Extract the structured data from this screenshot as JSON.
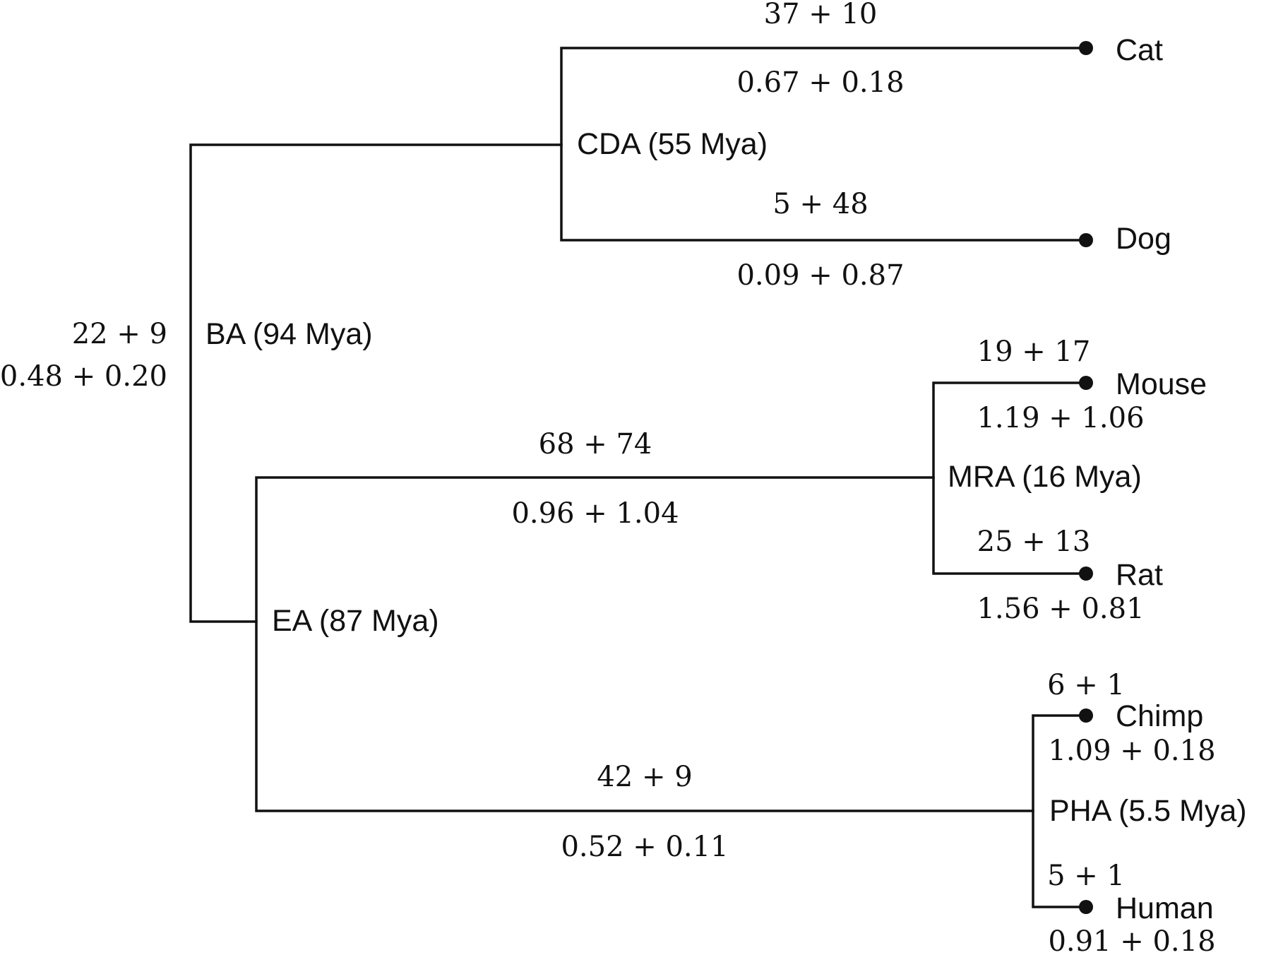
{
  "tree": {
    "internal_nodes": [
      {
        "id": "BA",
        "label": "BA (94 Mya)"
      },
      {
        "id": "CDA",
        "label": "CDA (55 Mya)"
      },
      {
        "id": "EA",
        "label": "EA (87 Mya)"
      },
      {
        "id": "MRA",
        "label": "MRA (16 Mya)"
      },
      {
        "id": "PHA",
        "label": "PHA (5.5 Mya)"
      }
    ],
    "taxa": [
      {
        "id": "cat",
        "label": "Cat"
      },
      {
        "id": "dog",
        "label": "Dog"
      },
      {
        "id": "mouse",
        "label": "Mouse"
      },
      {
        "id": "rat",
        "label": "Rat"
      },
      {
        "id": "chimp",
        "label": "Chimp"
      },
      {
        "id": "human",
        "label": "Human"
      }
    ],
    "branches": {
      "ba_ea_stem": {
        "upper": "22 + 9",
        "lower": "0.48 + 0.20"
      },
      "cda_cat": {
        "upper": "37 + 10",
        "lower": "0.67 + 0.18"
      },
      "cda_dog": {
        "upper": "5 + 48",
        "lower": "0.09 + 0.87"
      },
      "ea_mra": {
        "upper": "68 + 74",
        "lower": "0.96 + 1.04"
      },
      "mra_mouse": {
        "upper": "19 + 17",
        "lower": "1.19 + 1.06"
      },
      "mra_rat": {
        "upper": "25 + 13",
        "lower": "1.56 + 0.81"
      },
      "ea_pha": {
        "upper": "42 + 9",
        "lower": "0.52 + 0.11"
      },
      "pha_chimp": {
        "upper": "6 + 1",
        "lower": "1.09 + 0.18"
      },
      "pha_human": {
        "upper": "5 + 1",
        "lower": "0.91 + 0.18"
      }
    }
  }
}
